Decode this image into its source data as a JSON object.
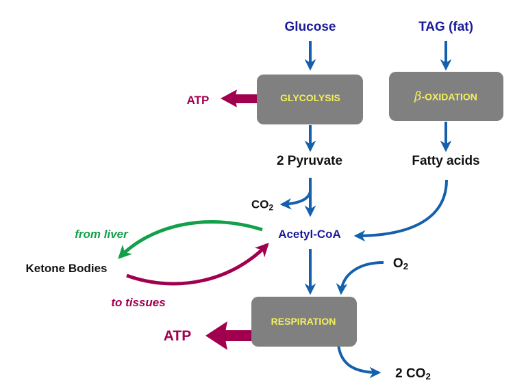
{
  "colors": {
    "flow_arrow": "#1560ad",
    "atp_arrow": "#a0004e",
    "ketone_from_liver_arrow": "#12a04a",
    "ketone_to_tissues_arrow": "#a0004e",
    "box_fill": "#808080",
    "box_text": "#f4f05a",
    "input_text": "#1a1a9c"
  },
  "inputs": {
    "glucose": "Glucose",
    "tag": "TAG (fat)"
  },
  "processes": {
    "glycolysis": "GLYCOLYSIS",
    "beta_oxidation_symbol": "β",
    "beta_oxidation": "-OXIDATION",
    "respiration": "RESPIRATION"
  },
  "intermediates": {
    "pyruvate": "2 Pyruvate",
    "fatty_acids": "Fatty acids",
    "acetyl_coa": "Acetyl-CoA",
    "ketone_bodies": "Ketone Bodies"
  },
  "products": {
    "atp_glycolysis": "ATP",
    "atp_respiration": "ATP",
    "co2_base": "CO",
    "co2_sub": "2",
    "o2_base": "O",
    "o2_sub": "2",
    "two_co2_base": "2 CO",
    "two_co2_sub": "2"
  },
  "annotations": {
    "from_liver": "from liver",
    "to_tissues": "to tissues"
  }
}
